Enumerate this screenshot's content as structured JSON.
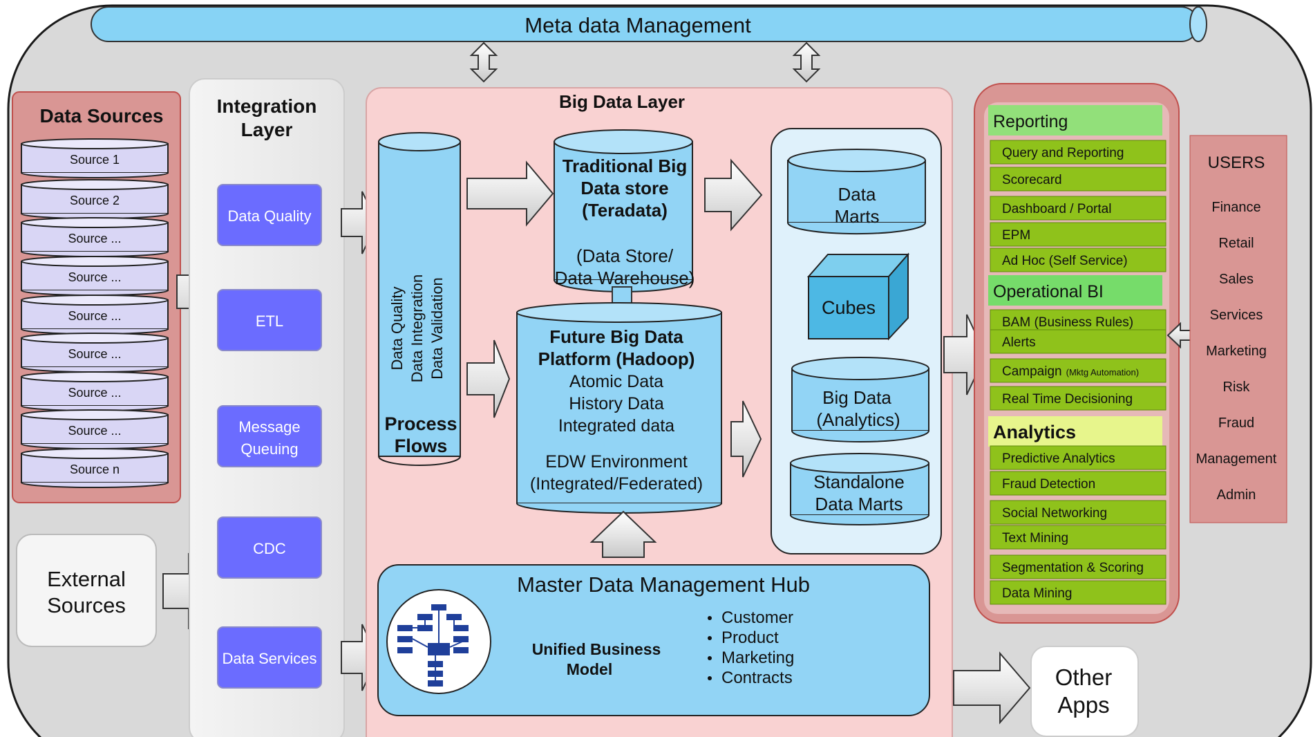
{
  "meta": {
    "title": "Meta data Management"
  },
  "data_sources": {
    "title": "Data Sources",
    "items": [
      "Source 1",
      "Source 2",
      "Source ...",
      "Source ...",
      "Source ...",
      "Source ...",
      "Source ...",
      "Source ...",
      "Source n"
    ]
  },
  "external_sources": {
    "line1": "External",
    "line2": "Sources"
  },
  "integration": {
    "title_line1": "Integration",
    "title_line2": "Layer",
    "items": [
      {
        "line1": "Data Quality",
        "line2": ""
      },
      {
        "line1": "ETL",
        "line2": ""
      },
      {
        "line1": "Message",
        "line2": "Queuing"
      },
      {
        "line1": "CDC",
        "line2": ""
      },
      {
        "line1": "Data Services",
        "line2": ""
      }
    ]
  },
  "big_data_layer": {
    "title": "Big Data Layer",
    "process": {
      "vertical": [
        "Data Quality",
        "Data Integration",
        "Data Validation"
      ],
      "label_line1": "Process",
      "label_line2": "Flows"
    },
    "traditional": {
      "title_lines": [
        "Traditional Big",
        "Data store",
        "(Teradata)"
      ],
      "sub_lines": [
        "(Data Store/",
        "Data Warehouse)"
      ]
    },
    "future": {
      "title_lines": [
        "Future Big Data",
        "Platform (Hadoop)"
      ],
      "lines": [
        "Atomic Data",
        "History Data",
        "Integrated data",
        "EDW Environment",
        "(Integrated/Federated)"
      ]
    },
    "marts": {
      "data_marts": [
        "Data",
        "Marts"
      ],
      "cubes": "Cubes",
      "big_data": [
        "Big Data",
        "(Analytics)"
      ],
      "standalone": [
        "Standalone",
        "Data Marts"
      ]
    },
    "mdm": {
      "title": "Master Data Management Hub",
      "model_line1": "Unified Business",
      "model_line2": "Model",
      "bullets": [
        "Customer",
        "Product",
        "Marketing",
        "Contracts"
      ]
    }
  },
  "bi": {
    "reporting": {
      "title": "Reporting",
      "items": [
        {
          "text": "Query and Reporting",
          "small": ""
        },
        {
          "text": "Scorecard",
          "small": ""
        },
        {
          "text": "Dashboard  /  Portal",
          "small": ""
        },
        {
          "text": "EPM",
          "small": ""
        },
        {
          "text": "Ad Hoc      (Self Service)",
          "small": ""
        }
      ]
    },
    "operational": {
      "title": "Operational BI",
      "items": [
        {
          "text": "BAM (Business Rules)",
          "small": ""
        },
        {
          "text": "Alerts",
          "small": ""
        },
        {
          "text": "Campaign",
          "small": "(Mktg Automation)"
        },
        {
          "text": "Real Time Decisioning",
          "small": ""
        }
      ]
    },
    "analytics": {
      "title": "Analytics",
      "items": [
        {
          "text": "Predictive Analytics",
          "small": ""
        },
        {
          "text": "Fraud Detection",
          "small": ""
        },
        {
          "text": "Social Networking",
          "small": ""
        },
        {
          "text": "Text Mining",
          "small": ""
        },
        {
          "text": "Segmentation & Scoring",
          "small": ""
        },
        {
          "text": "Data Mining",
          "small": ""
        }
      ]
    }
  },
  "users": {
    "title": "USERS",
    "items": [
      "Finance",
      "Retail",
      "Sales",
      "Services",
      "Marketing",
      "Risk",
      "Fraud",
      "Management",
      "Admin"
    ]
  },
  "other_apps": {
    "line1": "Other",
    "line2": "Apps"
  }
}
